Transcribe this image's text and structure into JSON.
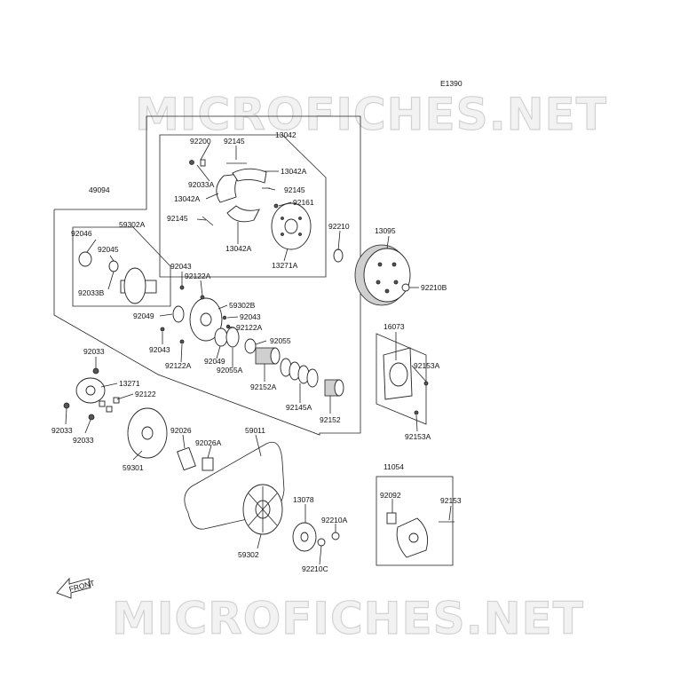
{
  "diagram_code": "E1390",
  "watermark": "MICROFICHES.NET",
  "front_marker": "FRONT",
  "labels": {
    "p49094": "49094",
    "p13042": "13042",
    "p92200": "92200",
    "p92145_a": "92145",
    "p13042A_1": "13042A",
    "p92033A": "92033A",
    "p13042A_2": "13042A",
    "p92145_b": "92145",
    "p92161": "92161",
    "p92145_c": "92145",
    "p13042A_3": "13042A",
    "p13271A": "13271A",
    "p92210": "92210",
    "p13095": "13095",
    "p92210B": "92210B",
    "p59302A": "59302A",
    "p92046": "92046",
    "p92045": "92045",
    "p92033B": "92033B",
    "p92043_a": "92043",
    "p92122A_a": "92122A",
    "p59302B": "59302B",
    "p92049_a": "92049",
    "p92043_b": "92043",
    "p92122A_b": "92122A",
    "p92055": "92055",
    "p92043_c": "92043",
    "p92049_b": "92049",
    "p92055A": "92055A",
    "p92122A_c": "92122A",
    "p92152A": "92152A",
    "p92145A": "92145A",
    "p92152": "92152",
    "p16073": "16073",
    "p92153A_a": "92153A",
    "p92153A_b": "92153A",
    "p92033_a": "92033",
    "p13271": "13271",
    "p92122": "92122",
    "p92033_b": "92033",
    "p92033_c": "92033",
    "p59301": "59301",
    "p92026": "92026",
    "p92026A": "92026A",
    "p59011": "59011",
    "p13078": "13078",
    "p92210A": "92210A",
    "p59302": "59302",
    "p92210C": "92210C",
    "p11054": "11054",
    "p92092": "92092",
    "p92153": "92153"
  }
}
